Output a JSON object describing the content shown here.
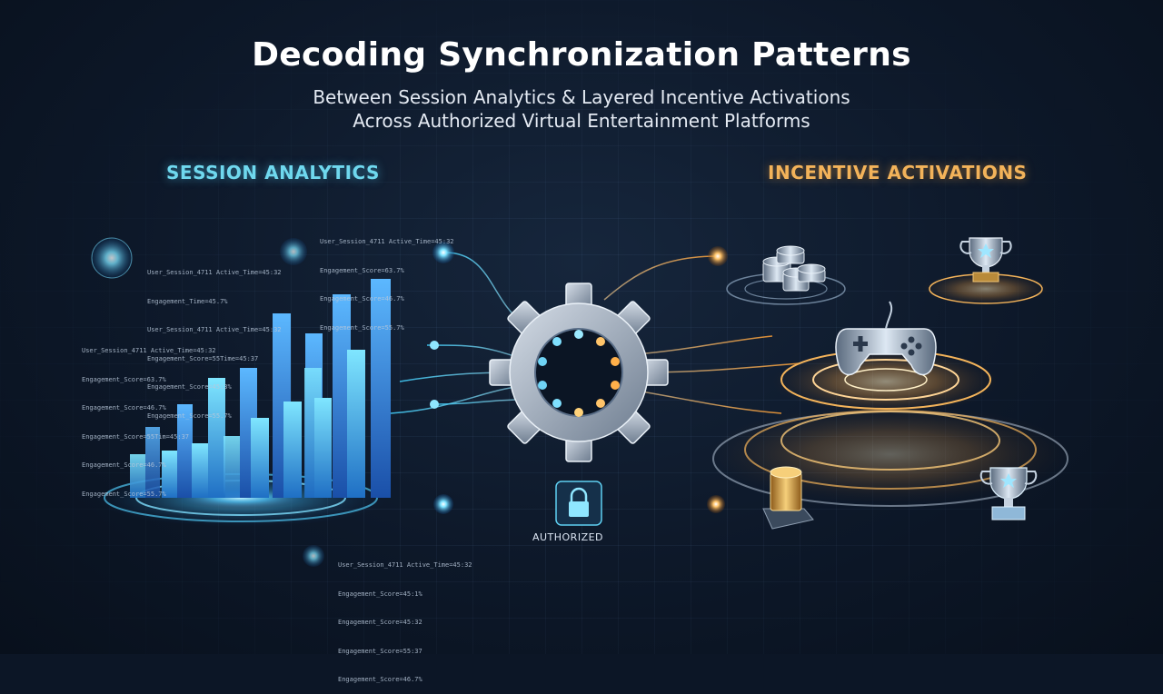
{
  "header": {
    "title": "Decoding Synchronization Patterns",
    "subtitle_line1": "Between Session Analytics & Layered Incentive Activations",
    "subtitle_line2": "Across Authorized Virtual Entertainment Platforms"
  },
  "sections": {
    "left_title": "SESSION ANALYTICS",
    "right_title": "INCENTIVE ACTIVATIONS"
  },
  "logs": {
    "block_a": [
      "User_Session_4711 Active_Time=45:32",
      "Engagement_Score=63.7%",
      "Engagement_Score=46.7%",
      "Engagement_Score=55.7%"
    ],
    "block_b": [
      "User_Session_4711 Active_Time=45:32",
      "Engagement_Time=45.7%",
      "User_Session_4711 Active_Time=45:32",
      "Engagement_Score=55Time=45:37",
      "Engagement_Score=45:3%",
      "Engagement_Score=55.7%"
    ],
    "block_c": [
      "User_Session_4711 Active_Time=45:32",
      "Engagement_Score=63.7%",
      "Engagement_Score=46.7%",
      "Engagement_Score=55Tim=45:37",
      "Engagement_Score=46.7%",
      "Engagement_Score=55.7%"
    ],
    "block_d": [
      "User_Session_4711 Active_Time=45:32",
      "Engagement_Score=45:1%",
      "Engagement_Score=45:32",
      "Engagement_Score=55:37",
      "Engagement_Score=46.7%"
    ]
  },
  "security": {
    "label": "AUTHORIZED"
  },
  "colors": {
    "cyan": "#4fd3f0",
    "blue": "#3b8de0",
    "orange": "#f3a94a",
    "gear": "#b8c4d2"
  }
}
